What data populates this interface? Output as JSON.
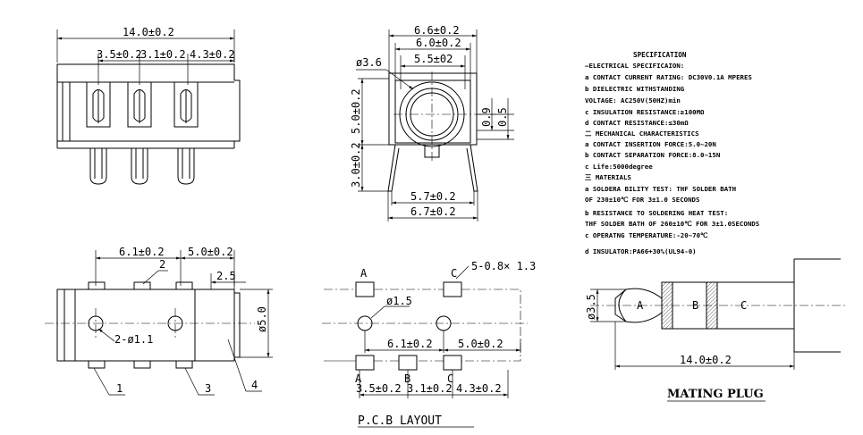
{
  "side_view": {
    "dim_overall": "14.0±0.2",
    "dim_pitch_1": "3.5±0.2",
    "dim_pitch_2": "3.1±0.2",
    "dim_pitch_3": "4.3±0.2"
  },
  "front_view": {
    "dim_w1": "6.6±0.2",
    "dim_w2": "6.0±0.2",
    "dim_w3": "5.5±02",
    "dim_hole": "ø3.6",
    "dim_h1": "5.0±0.2",
    "dim_h2": "3.0±0.2",
    "dim_v1": "0.9",
    "dim_v2": "0.5",
    "dim_b1": "5.7±0.2",
    "dim_b2": "6.7±0.2"
  },
  "specification": {
    "title": "SPECIFICATION",
    "lines": [
      "—ELECTRICAL SPECIFICAION:",
      "a CONTACT CURRENT RATING: DC30V0.1A MPERES",
      "b DIELECTRIC WITHSTANDING",
      "  VOLTAGE: AC250V(50HZ)min",
      "c INSULATION RESISTANCE:≥100MΩ",
      "d CONTACT RESISTANCE:≤30mΩ",
      "二 MECHANICAL CHARACTERISTICS",
      "a CONTACT INSERTION FORCE:5.0~20N",
      "b CONTACT SEPARATION FORCE:8.0~15N",
      "c Life:5000degree",
      "三 MATERIALS",
      "a SOLDERA BILITY TEST: THF SOLDER BATH",
      "  OF 230±10℃ FOR 3±1.0 SECONDS",
      "b RESISTANCE TO SOLDERING HEAT TEST:",
      "  THF SOLDER BATH OF 260±10℃ FOR 3±1.0SECONDS",
      "c OPERATNG TEMPERATURE:-20~70℃",
      "d INSULATOR:PA66+30%(UL94-0)"
    ]
  },
  "bottom_view": {
    "dim_a": "6.1±0.2",
    "dim_b": "5.0±0.2",
    "dim_c": "2.5",
    "dim_d": "ø5.0",
    "hole_note": "2-ø1.1",
    "callout_1": "1",
    "callout_2": "2",
    "callout_3": "3",
    "callout_4": "4"
  },
  "pcb_layout": {
    "title": "P.C.B LAYOUT",
    "pad_a_top": "A",
    "pad_c_top": "C",
    "pad_note": "5-0.8× 1.3",
    "hole": "ø1.5",
    "dim_a": "6.1±0.2",
    "dim_b": "5.0±0.2",
    "pad_a_bottom": "A",
    "pad_b_bottom": "B",
    "pad_c_bottom": "C",
    "dim_p1": "3.5±0.2",
    "dim_p2": "3.1±0.2",
    "dim_p3": "4.3±0.2"
  },
  "mating_plug": {
    "title": "MATING PLUG",
    "dim_dia": "ø3.5",
    "dim_len": "14.0±0.2",
    "zone_a": "A",
    "zone_b": "B",
    "zone_c": "C"
  }
}
